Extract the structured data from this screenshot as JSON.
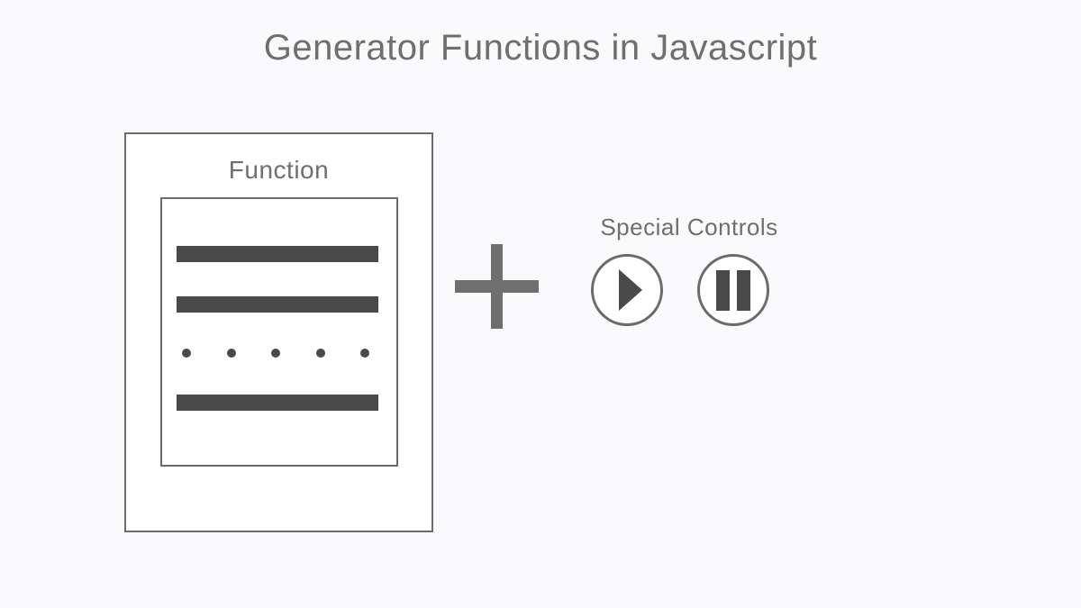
{
  "title": "Generator Functions in Javascript",
  "diagram": {
    "function_box": {
      "label": "Function",
      "code_lines_count": 3,
      "pause_dots_count": 5
    },
    "operator": {
      "icon": "plus-icon",
      "meaning": "plus"
    },
    "controls": {
      "label": "Special Controls",
      "buttons": [
        {
          "icon": "play-icon",
          "name": "play"
        },
        {
          "icon": "pause-icon",
          "name": "pause"
        }
      ]
    }
  },
  "colors": {
    "background": "#fafafc",
    "panel_fill": "#ffffff",
    "outline": "#6b6b6b",
    "dark_shape": "#4a4a4a",
    "text": "#6f6f6f",
    "plus": "#6f6f6f"
  }
}
